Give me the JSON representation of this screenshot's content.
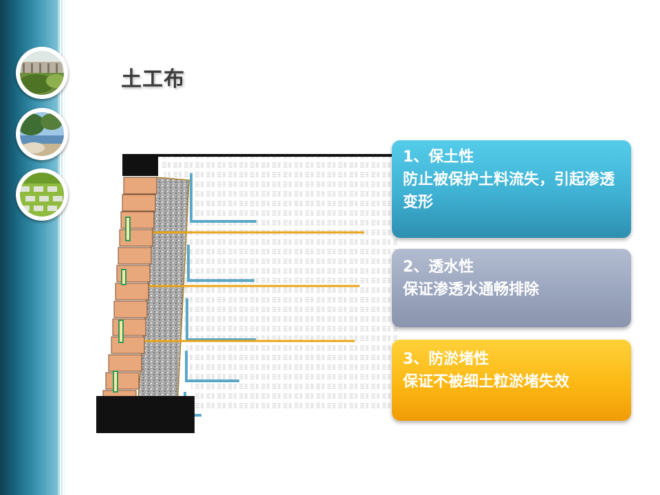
{
  "slide": {
    "title": "土工布"
  },
  "sidebar": {
    "thumbnails": [
      {
        "icon": "garden-path-photo-icon"
      },
      {
        "icon": "lakeside-trees-photo-icon"
      },
      {
        "icon": "grass-paver-photo-icon"
      }
    ]
  },
  "cards": [
    {
      "head": "1、保土性",
      "body": "防止被保护土料流失，引起渗透变形",
      "color": "#47bedf"
    },
    {
      "head": "2、透水性",
      "body": "保证渗透水通畅排除",
      "color": "#a0aac3"
    },
    {
      "head": "3、防淤堵性",
      "body": "保证不被细土粒淤堵失效",
      "color": "#fcb814"
    }
  ],
  "colors": {
    "sidebar": "#1b6a85",
    "brick": "#e8a87c",
    "geotextile": "#5aa8c7",
    "anchor": "#e8a317",
    "footing": "#111111"
  }
}
